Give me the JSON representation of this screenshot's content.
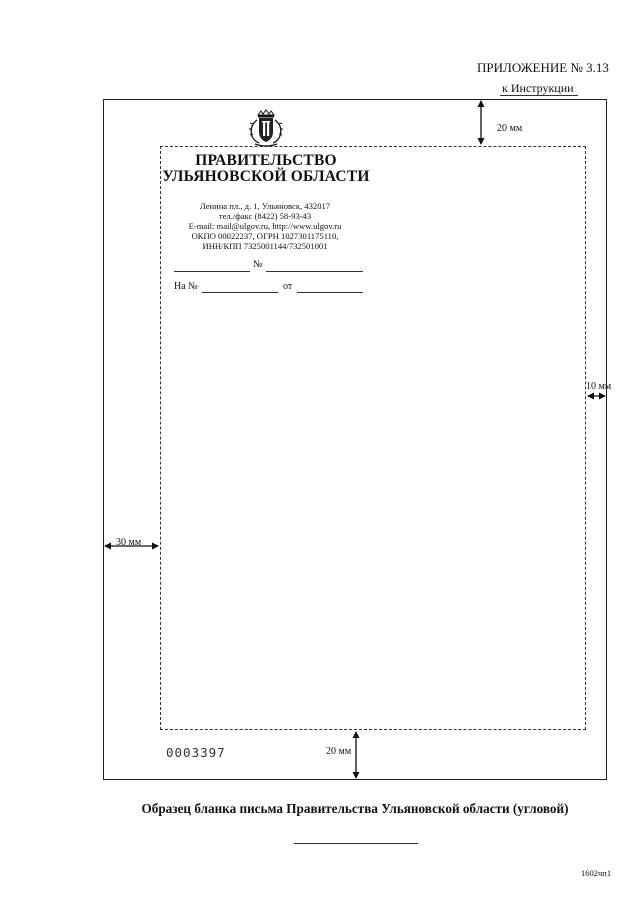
{
  "annex": {
    "title": "ПРИЛОЖЕНИЕ № 3.13",
    "subtitle": "к Инструкции"
  },
  "dimensions": {
    "top": "20 мм",
    "right": "10 мм",
    "left": "30 мм",
    "bottom": "20 мм"
  },
  "emblem": {
    "icon": "coat-of-arms-icon"
  },
  "letterhead": {
    "org_line1": "ПРАВИТЕЛЬСТВО",
    "org_line2": "УЛЬЯНОВСКОЙ ОБЛАСТИ",
    "address": "Ленина пл., д. 1, Ульяновск, 432017",
    "phone": "тел./факс (8422) 58-93-43",
    "email": "E-mail: mail@ulgov.ru, http://www.ulgov.ru",
    "okpo": "ОКПО 00022237, ОГРН 1027301175110,",
    "inn": "ИНН/КПП 7325001144/732501001"
  },
  "registration": {
    "number_label": "№",
    "reply_label": "На №",
    "from_label": "от"
  },
  "serial_number": "0003397",
  "caption": "Образец бланка письма Правительства Ульяновской области (угловой)",
  "page_code": "1602чп1"
}
